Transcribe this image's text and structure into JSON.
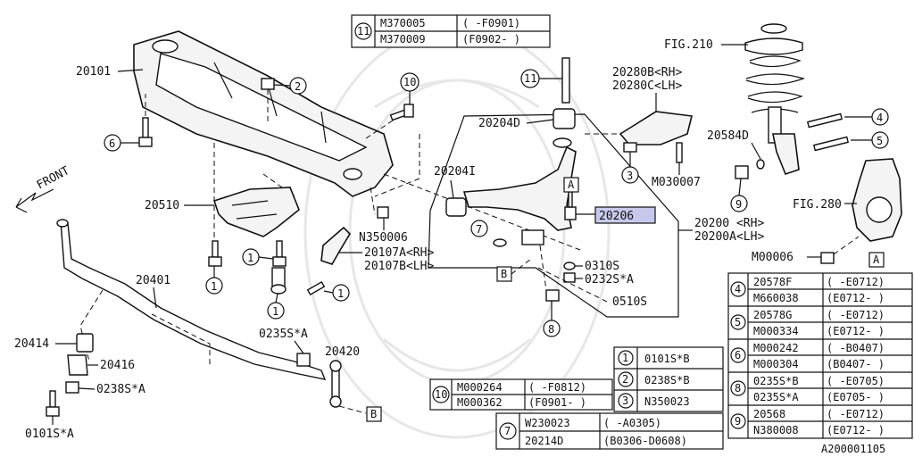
{
  "diagram_id": "A200001105",
  "front_label": "FRONT",
  "part_labels": {
    "p20101": "20101",
    "p20510": "20510",
    "p20401": "20401",
    "p20414": "20414",
    "p20416": "20416",
    "p0238SA": "0238S*A",
    "p0101SA": "0101S*A",
    "p0235SA": "0235S*A",
    "p20420": "20420",
    "pN350006": "N350006",
    "p20107": "20107A<RH>",
    "p20107b": "20107B<LH>",
    "p20204D": "20204D",
    "p20204I": "20204I",
    "p20206": "20206",
    "p20200": "20200 <RH>",
    "p20200A": "20200A<LH>",
    "p0310S": "0310S",
    "p0232SA": "0232S*A",
    "p0510S": "0510S",
    "p20280B": "20280B<RH>",
    "p20280C": "20280C<LH>",
    "pM030007": "M030007",
    "fig210": "FIG.210",
    "p20584D": "20584D",
    "fig280": "FIG.280",
    "pM00006": "M00006",
    "refA": "A",
    "refB": "B"
  },
  "callouts": {
    "c1": "1",
    "c2": "2",
    "c3": "3",
    "c4": "4",
    "c5": "5",
    "c6": "6",
    "c7": "7",
    "c8": "8",
    "c9": "9",
    "c10": "10",
    "c11": "11"
  },
  "table_11": {
    "key": "11",
    "rows": [
      [
        "M370005",
        "( -F0901)"
      ],
      [
        "M370009",
        "(F0902- )"
      ]
    ]
  },
  "table_small": [
    {
      "key": "1",
      "part": "0101S*B"
    },
    {
      "key": "2",
      "part": "0238S*B"
    },
    {
      "key": "3",
      "part": "N350023"
    }
  ],
  "table_10": {
    "key": "10",
    "rows": [
      [
        "M000264",
        "( -F0812)"
      ],
      [
        "M000362",
        "(F0901- )"
      ]
    ]
  },
  "table_7": {
    "key": "7",
    "rows": [
      [
        "W230023",
        "( -A0305)"
      ],
      [
        "20214D",
        "(B0306-D0608)"
      ]
    ]
  },
  "table_right": [
    {
      "key": "4",
      "rows": [
        [
          "20578F",
          "( -E0712)"
        ],
        [
          "M660038",
          "(E0712- )"
        ]
      ]
    },
    {
      "key": "5",
      "rows": [
        [
          "20578G",
          "( -E0712)"
        ],
        [
          "M000334",
          "(E0712- )"
        ]
      ]
    },
    {
      "key": "6",
      "rows": [
        [
          "M000242",
          "( -B0407)"
        ],
        [
          "M000304",
          "(B0407- )"
        ]
      ]
    },
    {
      "key": "8",
      "rows": [
        [
          "0235S*B",
          "( -E0705)"
        ],
        [
          "0235S*A",
          "(E0705- )"
        ]
      ]
    },
    {
      "key": "9",
      "rows": [
        [
          "20568",
          "( -E0712)"
        ],
        [
          "N380008",
          "(E0712- )"
        ]
      ]
    }
  ]
}
